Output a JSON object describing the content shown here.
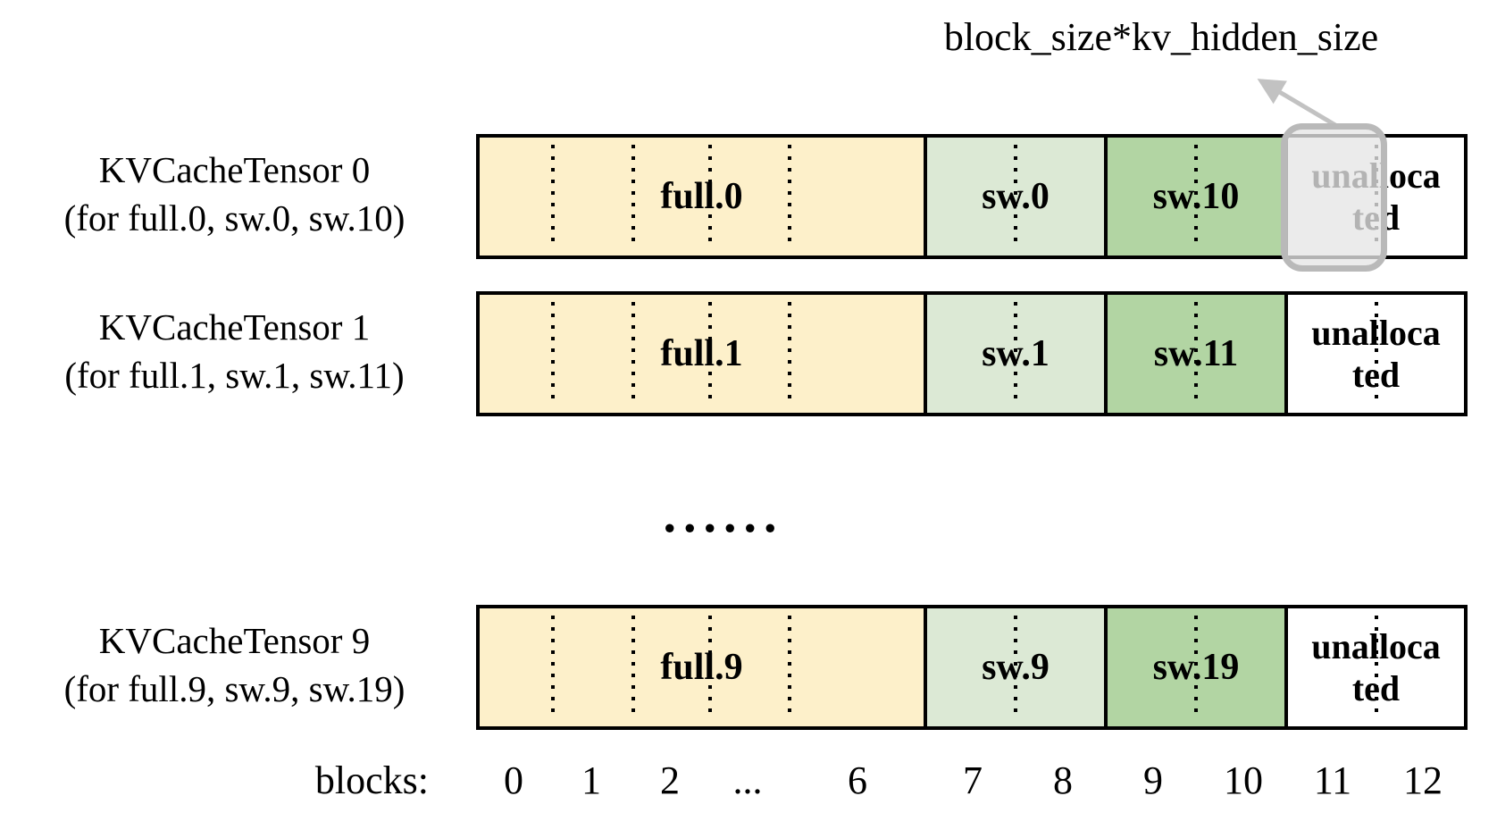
{
  "annotation": "block_size*kv_hidden_size",
  "tensors": [
    {
      "title": "KVCacheTensor 0",
      "subtitle": "(for full.0, sw.0, sw.10)",
      "full_label": "full.0",
      "sw_a_label": "sw.0",
      "sw_b_label": "sw.10",
      "unallocated_lines": [
        "unalloca",
        "ted"
      ],
      "highlighted": true
    },
    {
      "title": "KVCacheTensor 1",
      "subtitle": "(for full.1, sw.1, sw.11)",
      "full_label": "full.1",
      "sw_a_label": "sw.1",
      "sw_b_label": "sw.11",
      "unallocated_lines": [
        "unalloca",
        "ted"
      ],
      "highlighted": false
    },
    {
      "title": "KVCacheTensor 9",
      "subtitle": "(for full.9, sw.9, sw.19)",
      "full_label": "full.9",
      "sw_a_label": "sw.9",
      "sw_b_label": "sw.19",
      "unallocated_lines": [
        "unalloca",
        "ted"
      ],
      "highlighted": false
    }
  ],
  "ellipsis": "......",
  "axis": {
    "label": "blocks:",
    "ticks": [
      "0",
      "1",
      "2",
      "...",
      "6",
      "7",
      "8",
      "9",
      "10",
      "11",
      "12"
    ]
  },
  "colors": {
    "full_block": "#fdf0ca",
    "sw_a_block": "#dce9d5",
    "sw_b_block": "#b2d5a3",
    "unallocated_block": "#ffffff",
    "highlight_fill": "#e5e5e5",
    "highlight_border": "#b9b9b9",
    "arrow": "#c2c2c2",
    "outline": "#000000"
  }
}
